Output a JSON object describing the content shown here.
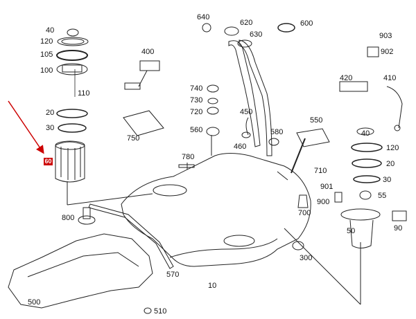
{
  "diagram": {
    "highlight_label": "60",
    "accent_color": "#cc0000",
    "labels": [
      {
        "id": "l40a",
        "text": "40"
      },
      {
        "id": "l120a",
        "text": "120"
      },
      {
        "id": "l105",
        "text": "105"
      },
      {
        "id": "l100",
        "text": "100"
      },
      {
        "id": "l110",
        "text": "110"
      },
      {
        "id": "l20a",
        "text": "20"
      },
      {
        "id": "l30a",
        "text": "30"
      },
      {
        "id": "l400",
        "text": "400"
      },
      {
        "id": "l640",
        "text": "640"
      },
      {
        "id": "l620",
        "text": "620"
      },
      {
        "id": "l630",
        "text": "630"
      },
      {
        "id": "l600",
        "text": "600"
      },
      {
        "id": "l903",
        "text": "903"
      },
      {
        "id": "l902",
        "text": "902"
      },
      {
        "id": "l420",
        "text": "420"
      },
      {
        "id": "l410",
        "text": "410"
      },
      {
        "id": "l740",
        "text": "740"
      },
      {
        "id": "l730",
        "text": "730"
      },
      {
        "id": "l720",
        "text": "720"
      },
      {
        "id": "l450",
        "text": "450"
      },
      {
        "id": "l560",
        "text": "560"
      },
      {
        "id": "l460",
        "text": "460"
      },
      {
        "id": "l580",
        "text": "580"
      },
      {
        "id": "l550",
        "text": "550"
      },
      {
        "id": "l750",
        "text": "750"
      },
      {
        "id": "l780",
        "text": "780"
      },
      {
        "id": "l710",
        "text": "710"
      },
      {
        "id": "l40b",
        "text": "40"
      },
      {
        "id": "l120b",
        "text": "120"
      },
      {
        "id": "l20b",
        "text": "20"
      },
      {
        "id": "l30b",
        "text": "30"
      },
      {
        "id": "l901",
        "text": "901"
      },
      {
        "id": "l55",
        "text": "55"
      },
      {
        "id": "l900",
        "text": "900"
      },
      {
        "id": "l700",
        "text": "700"
      },
      {
        "id": "l800",
        "text": "800"
      },
      {
        "id": "l50",
        "text": "50"
      },
      {
        "id": "l90",
        "text": "90"
      },
      {
        "id": "l300",
        "text": "300"
      },
      {
        "id": "l570",
        "text": "570"
      },
      {
        "id": "l10",
        "text": "10"
      },
      {
        "id": "l500",
        "text": "500"
      },
      {
        "id": "l510",
        "text": "510"
      }
    ]
  }
}
